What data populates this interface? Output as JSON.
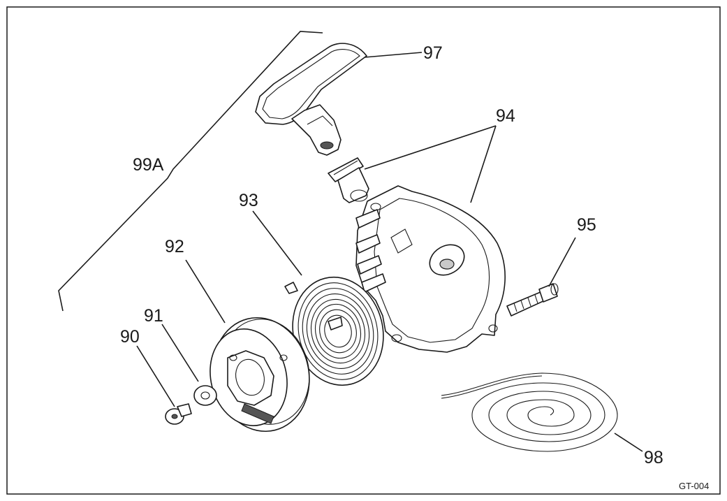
{
  "frame_color": "#1a1a1a",
  "callouts": {
    "p90": "90",
    "p91": "91",
    "p92": "92",
    "p93": "93",
    "p94": "94",
    "p95": "95",
    "p97": "97",
    "p98": "98",
    "p99a": "99A"
  },
  "drawing_code": "GT-004"
}
